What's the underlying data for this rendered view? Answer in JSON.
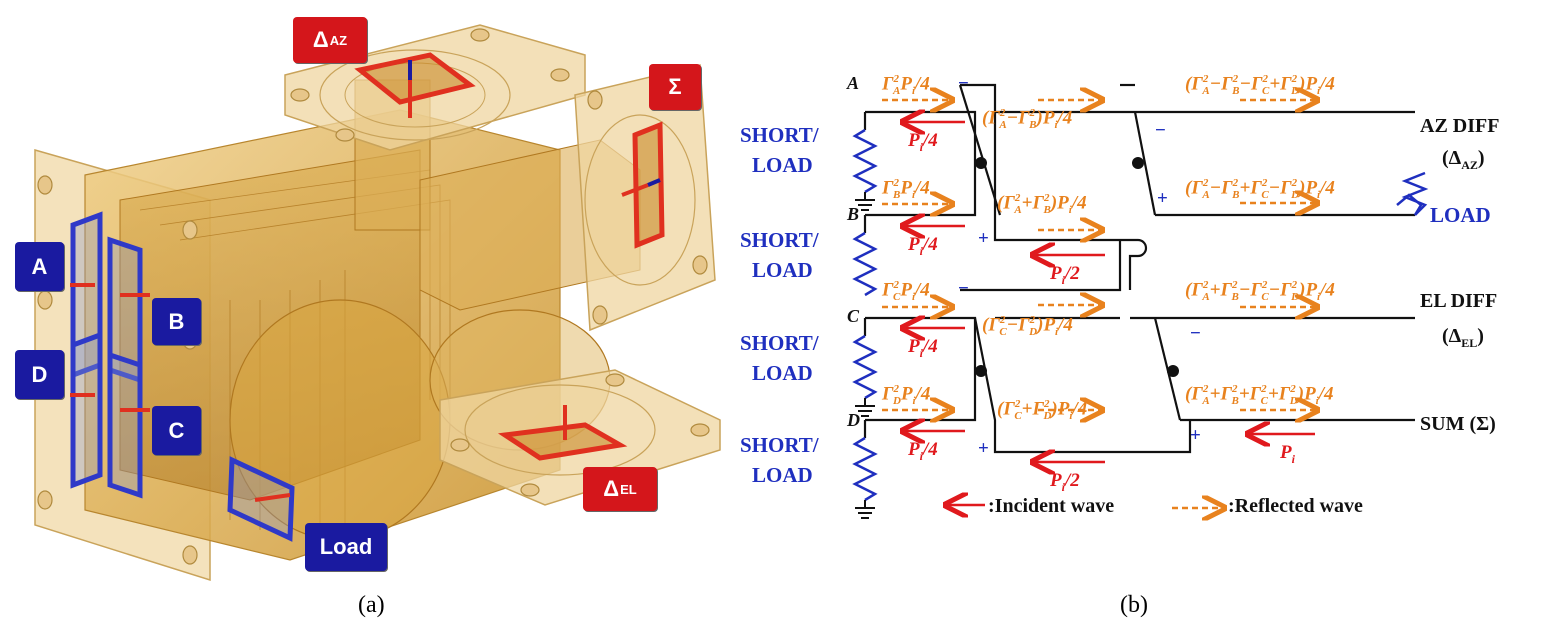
{
  "panel_a": {
    "caption": "(a)",
    "port_tags": {
      "delta_az": {
        "label": "Δ",
        "sub": "AZ"
      },
      "sigma": {
        "label": "Σ"
      },
      "port_a": {
        "label": "A"
      },
      "port_b": {
        "label": "B"
      },
      "port_c": {
        "label": "C"
      },
      "port_d": {
        "label": "D"
      },
      "delta_el": {
        "label": "Δ",
        "sub": "EL"
      },
      "load": {
        "label": "Load"
      }
    },
    "colors": {
      "body": "#d9a640",
      "tag_blue": "#1a1aa0",
      "tag_red": "#d4161b"
    }
  },
  "panel_b": {
    "caption": "(b)",
    "port_letters": [
      "A",
      "B",
      "C",
      "D"
    ],
    "short_load": [
      "SHORT/",
      "LOAD"
    ],
    "right_ports": {
      "az_diff": "AZ DIFF",
      "az_diff_sub": "(Δ",
      "az_diff_sub2": "AZ",
      "load": "LOAD",
      "el_diff": "EL DIFF",
      "el_diff_sub": "(Δ",
      "el_diff_sub2": "EL",
      "sum": "SUM (Σ)"
    },
    "incident": {
      "pi4": "P",
      "pi2": "P",
      "pi": "P",
      "sub_i": "i",
      "over4": "/4",
      "over2": "/2"
    },
    "reflected": {
      "gamma": "Γ",
      "pi": "P",
      "sub_i": "i",
      "over4": "/4"
    },
    "legend": {
      "incident": ":Incident wave",
      "reflected": ":Reflected wave"
    },
    "colors": {
      "incident": "#e0191d",
      "reflected": "#e8821e",
      "port": "#1f2fbf",
      "line": "#111111"
    }
  }
}
